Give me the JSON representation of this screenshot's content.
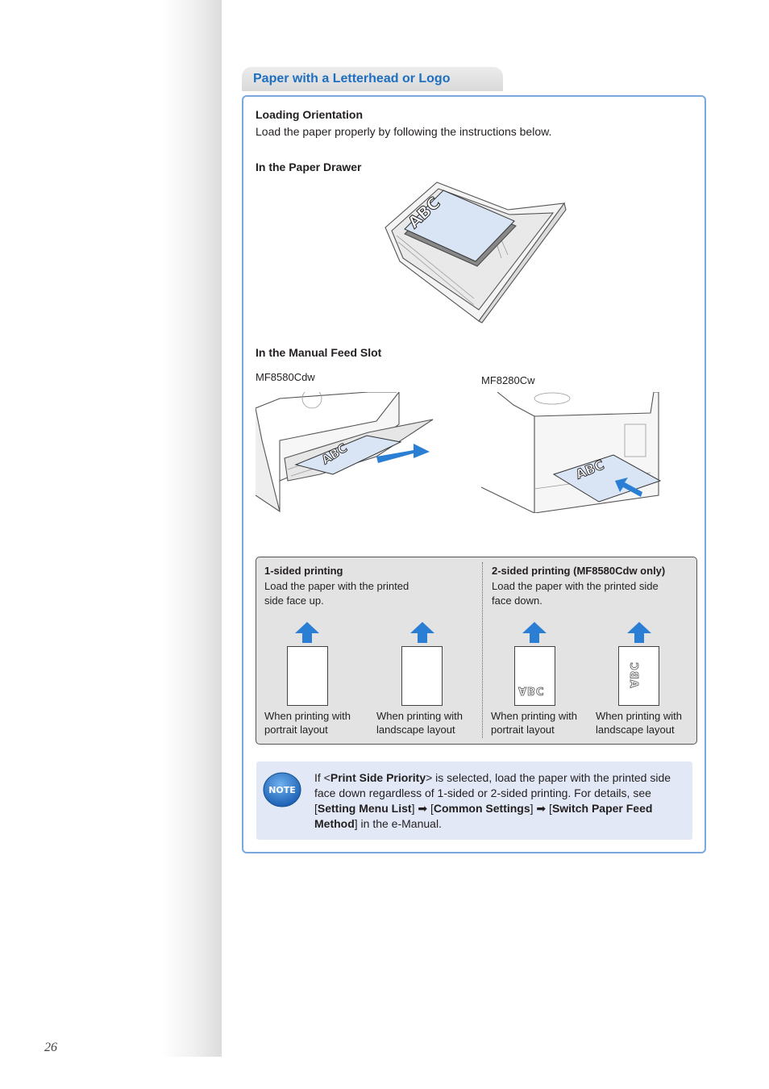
{
  "page_number": "26",
  "section": {
    "title": "Paper with a Letterhead or Logo"
  },
  "loading": {
    "heading": "Loading Orientation",
    "intro": "Load the paper properly by following the instructions below."
  },
  "drawer": {
    "heading": "In the Paper Drawer",
    "paper_text": "ABC"
  },
  "manual": {
    "heading": "In the Manual Feed Slot",
    "model_left": "MF8580Cdw",
    "model_right": "MF8280Cw",
    "paper_text": "ABC"
  },
  "printing": {
    "one_sided": {
      "heading": "1-sided printing",
      "desc_line1": "Load the paper with the printed",
      "desc_line2": "side face up.",
      "portrait_line1": "When printing with",
      "portrait_line2": "portrait layout",
      "landscape_line1": "When printing with",
      "landscape_line2": "landscape layout"
    },
    "two_sided": {
      "heading": "2-sided printing (MF8580Cdw only)",
      "desc_line1": "Load the paper with the printed side",
      "desc_line2": "face down.",
      "portrait_line1": "When printing with",
      "portrait_line2": "portrait layout",
      "landscape_line1": "When printing with",
      "landscape_line2": "landscape layout",
      "mirror_text": "ABC"
    }
  },
  "note": {
    "badge": "NOTE",
    "t1": "If <",
    "t2": "Print Side Priority",
    "t3": "> is selected, load the paper with the printed side face down regardless of 1-sided or 2-sided printing. For details, see [",
    "t4": "Setting Menu List",
    "t5": "] ",
    "arrow": "➡",
    "t6": " [",
    "t7": "Common Settings",
    "t8": "] ",
    "t9": " [",
    "t10": "Switch Paper Feed Method",
    "t11": "] in the e-Manual."
  },
  "colors": {
    "accent_blue": "#1f6fc0",
    "box_border": "#7aa8dc",
    "arrow_blue": "#2a7fd4",
    "note_bg": "#e2e8f6"
  }
}
